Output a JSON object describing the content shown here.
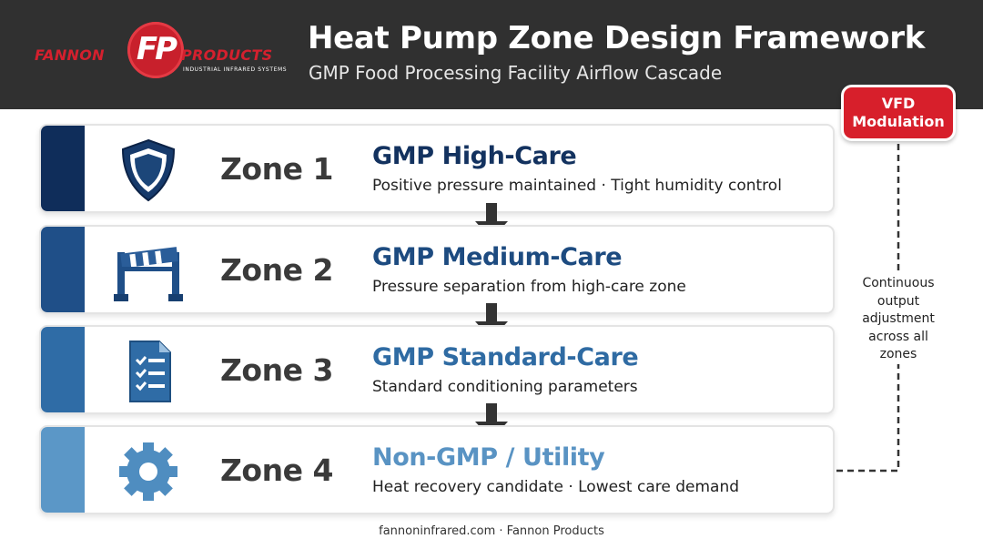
{
  "header": {
    "logo": {
      "word_left": "FANNON",
      "badge_letters": "FP",
      "word_right": "PRODUCTS",
      "tagline": "INDUSTRIAL INFRARED SYSTEMS"
    },
    "title": "Heat Pump Zone Design Framework",
    "subtitle": "GMP Food Processing Facility Airflow Cascade"
  },
  "zones": [
    {
      "label": "Zone 1",
      "name": "GMP High-Care",
      "description": "Positive pressure maintained · Tight humidity control",
      "icon": "shield-icon",
      "band_color": "#0f2d5a",
      "name_color": "#13325f"
    },
    {
      "label": "Zone 2",
      "name": "GMP Medium-Care",
      "description": "Pressure separation from high-care zone",
      "icon": "barrier-icon",
      "band_color": "#1f4f88",
      "name_color": "#1d4b80"
    },
    {
      "label": "Zone 3",
      "name": "GMP Standard-Care",
      "description": "Standard conditioning parameters",
      "icon": "checklist-icon",
      "band_color": "#2f6ca6",
      "name_color": "#2f6ba3"
    },
    {
      "label": "Zone 4",
      "name": "Non-GMP / Utility",
      "description": "Heat recovery candidate · Lowest care demand",
      "icon": "gear-icon",
      "band_color": "#5b97c7",
      "name_color": "#5993c3"
    }
  ],
  "vfd": {
    "badge_line1": "VFD",
    "badge_line2": "Modulation",
    "note": "Continuous output adjustment across all zones"
  },
  "footer": "fannoninfrared.com · Fannon Products",
  "colors": {
    "header_bg": "#303030",
    "accent_red": "#d71f2b",
    "arrow": "#333333"
  }
}
